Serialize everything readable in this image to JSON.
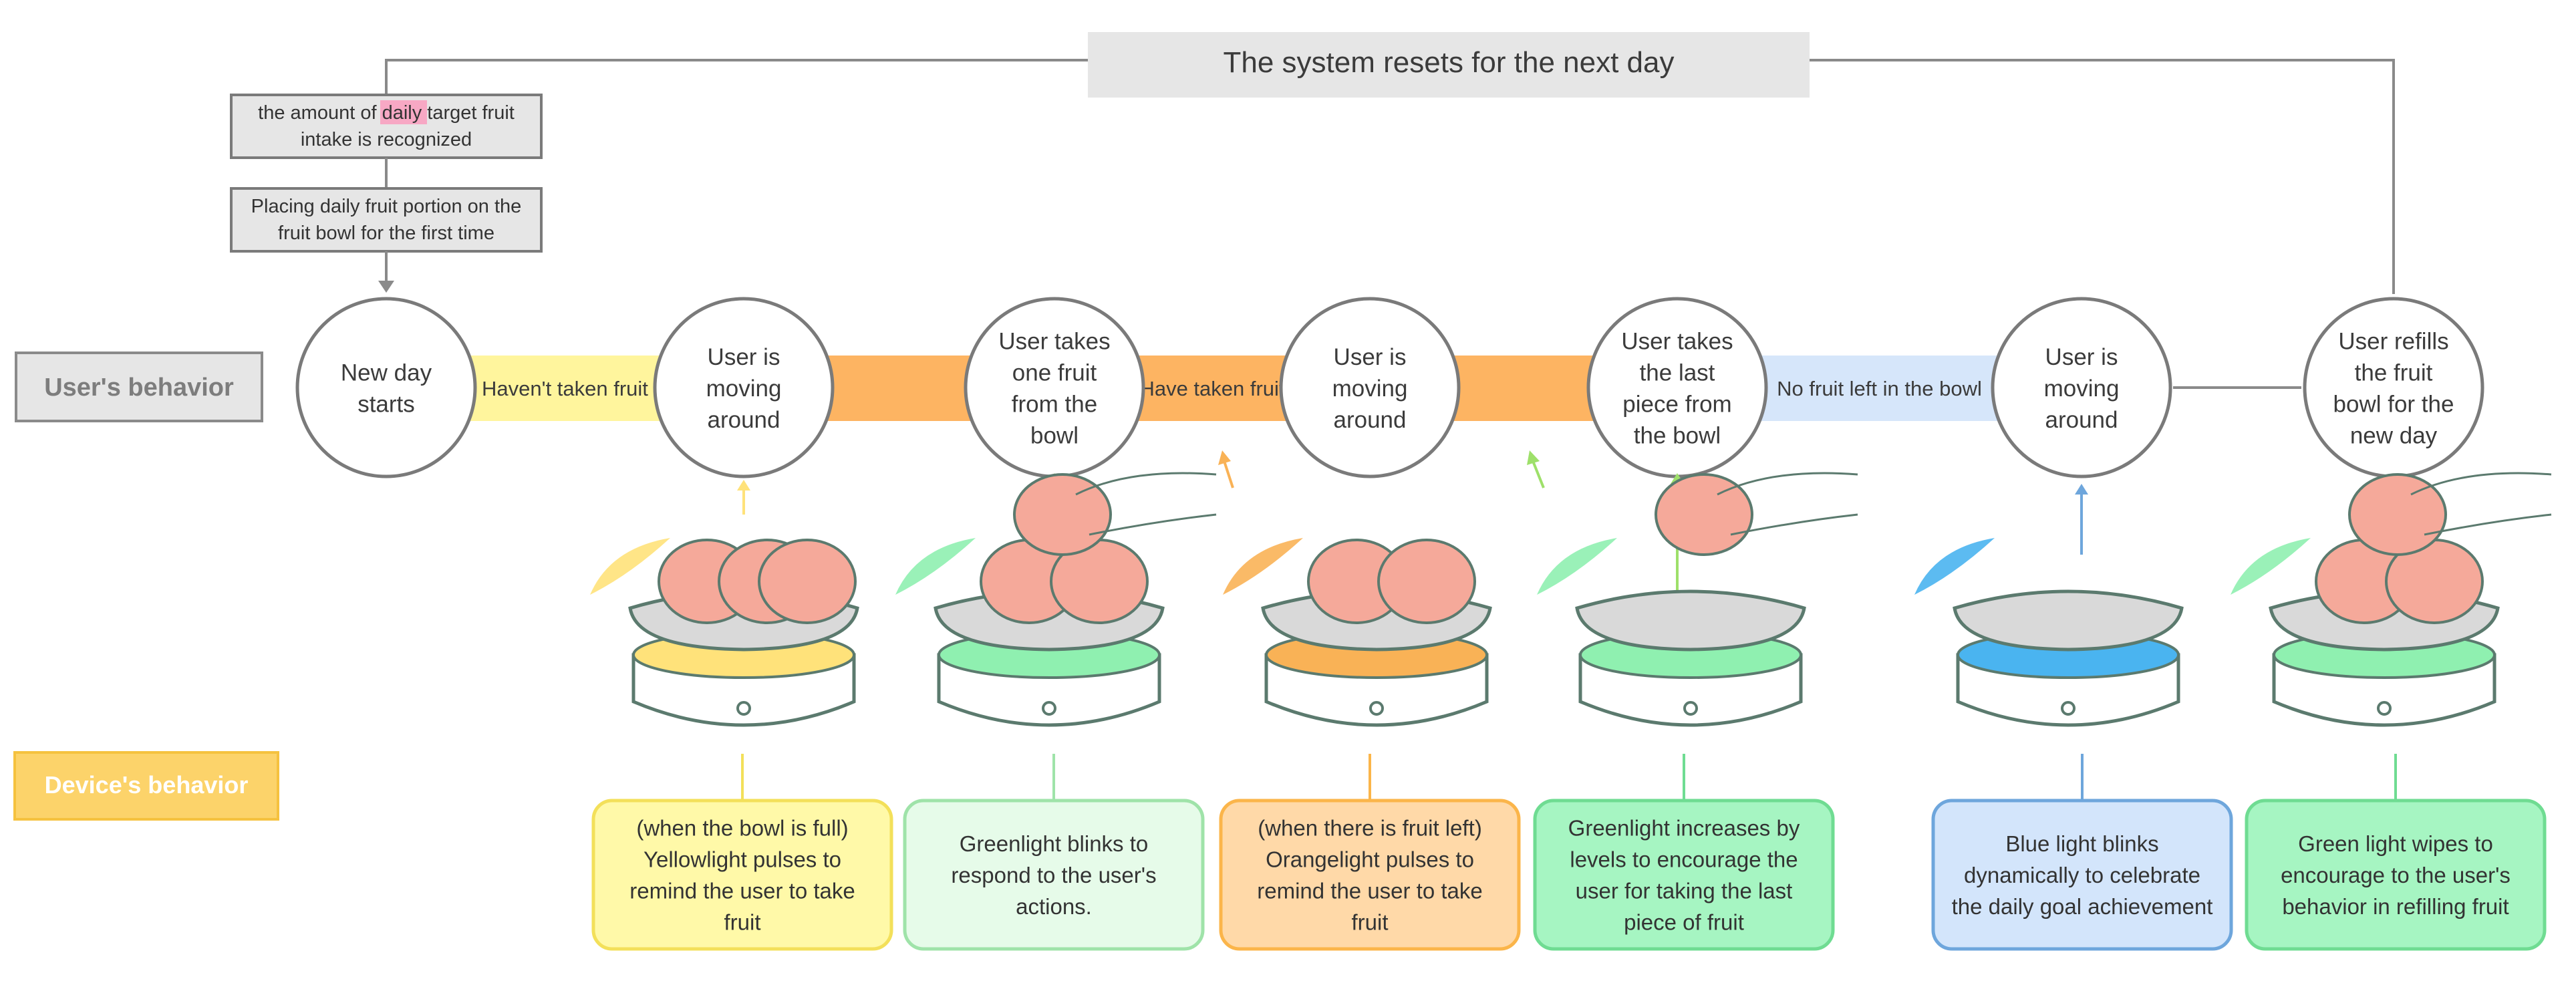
{
  "header": {
    "reset_label": "The system resets for the next day"
  },
  "top_steps": [
    {
      "lines": [
        "the amount of ",
        "daily",
        " target fruit",
        "intake is recognized"
      ]
    },
    {
      "lines": [
        "Placing daily fruit portion on the",
        "fruit bowl for the first time"
      ]
    }
  ],
  "lanes": {
    "user": "User's behavior",
    "device": "Device's behavior"
  },
  "nodes": [
    {
      "lines": [
        "New day",
        "starts"
      ]
    },
    {
      "lines": [
        "User is",
        "moving",
        "around"
      ]
    },
    {
      "lines": [
        "User takes",
        "one fruit",
        "from the",
        "bowl"
      ]
    },
    {
      "lines": [
        "User is",
        "moving",
        "around"
      ]
    },
    {
      "lines": [
        "User takes",
        "the last",
        "piece from",
        "the bowl"
      ]
    },
    {
      "lines": [
        "User is",
        "moving",
        "around"
      ]
    },
    {
      "lines": [
        "User refills",
        "the fruit",
        "bowl for the",
        "new day"
      ]
    }
  ],
  "segments": [
    {
      "label": "Haven't taken fruit",
      "color": "#fff59d"
    },
    {
      "label": "",
      "color": "#fdb462"
    },
    {
      "label": "Have taken fruit",
      "color": "#fdb462"
    },
    {
      "label": "",
      "color": "#fdb462"
    },
    {
      "label": "No fruit left in the bowl",
      "color": "#d6e6fa"
    }
  ],
  "device_boxes": [
    {
      "lines": [
        "(when the bowl is full)",
        "Yellowlight pulses to",
        "remind the user to take",
        "fruit"
      ],
      "fill": "#fff9a8",
      "stroke": "#f3e05a"
    },
    {
      "lines": [
        "Greenlight blinks to",
        "respond to the user's",
        "actions."
      ],
      "fill": "#e6fbe9",
      "stroke": "#9fe3a9"
    },
    {
      "lines": [
        "(when there is fruit left)",
        "Orangelight pulses to",
        "remind the user to take",
        "fruit"
      ],
      "fill": "#ffd9a8",
      "stroke": "#fbb54a"
    },
    {
      "lines": [
        "Greenlight increases by",
        "levels to encourage the",
        "user for taking the last",
        "piece of fruit"
      ],
      "fill": "#a6f5c2",
      "stroke": "#6fdc92"
    },
    {
      "lines": [
        "Blue light blinks",
        "dynamically to celebrate",
        "the daily goal achievement"
      ],
      "fill": "#d3e5fb",
      "stroke": "#6ea6dc"
    },
    {
      "lines": [
        "Green light wipes to",
        "encourage to the user's",
        "behavior in refilling fruit"
      ],
      "fill": "#a6f5c2",
      "stroke": "#6fdc92"
    }
  ],
  "colors": {
    "highlight": "#f7a8c4",
    "fruit": "#f5a99a",
    "bowl": "#d9d9d9",
    "outline": "#5b7a6e",
    "yellow_light": "#ffe27a",
    "green_light": "#8ff0b0",
    "orange_light": "#f9b256",
    "blue_light": "#4ab4f0"
  }
}
